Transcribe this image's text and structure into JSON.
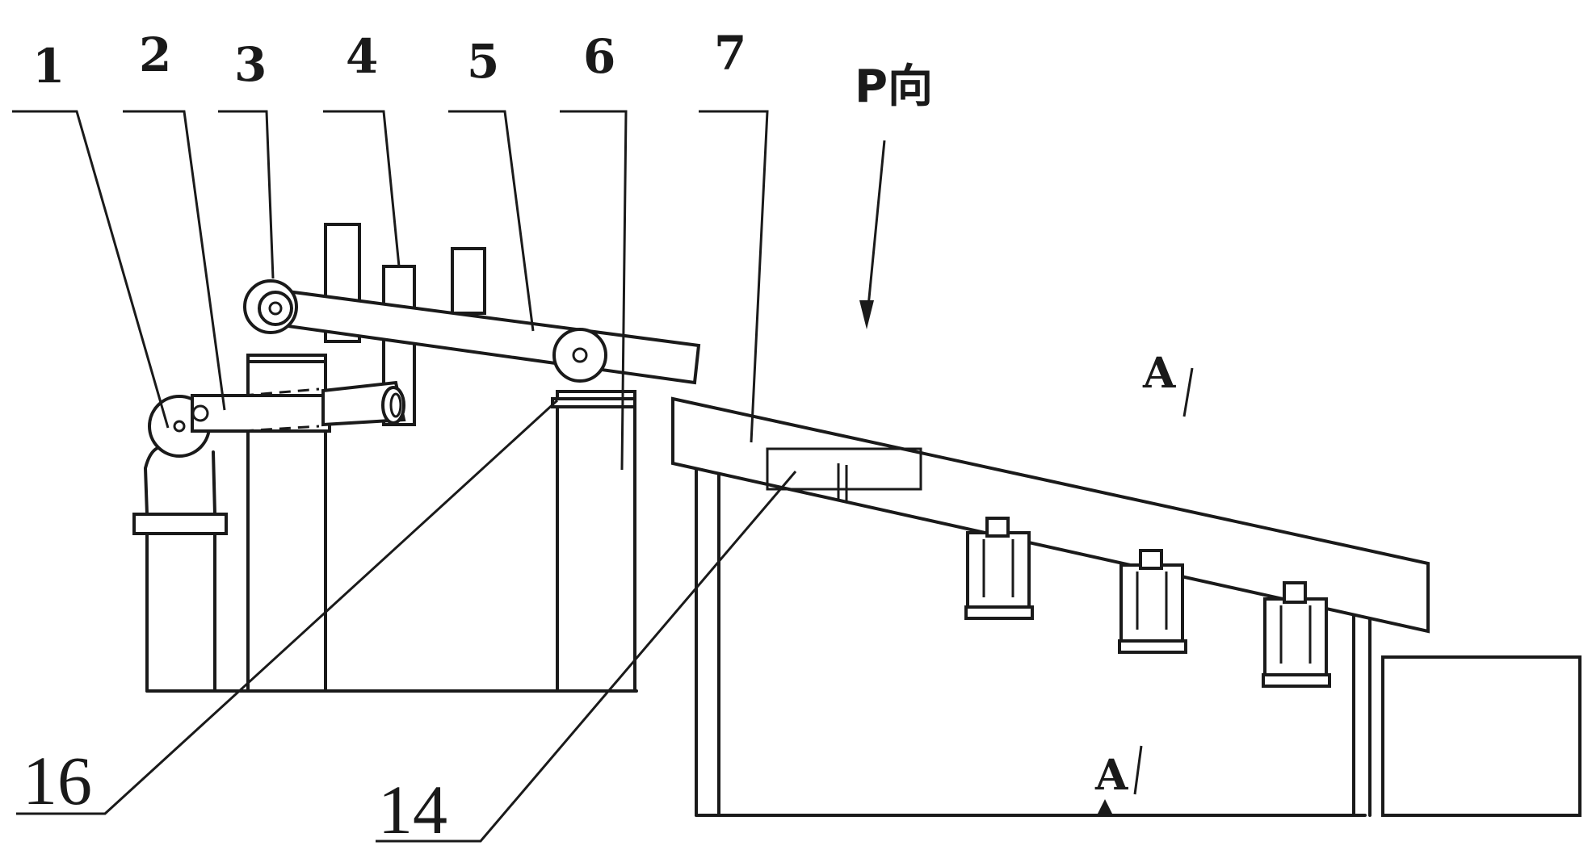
{
  "callouts": {
    "c1": "1",
    "c2": "2",
    "c3": "3",
    "c4": "4",
    "c5": "5",
    "c6": "6",
    "c7": "7",
    "c16": "16",
    "c14": "14"
  },
  "view_direction": "P向",
  "section_mark_top": "A",
  "section_mark_bottom": "A"
}
